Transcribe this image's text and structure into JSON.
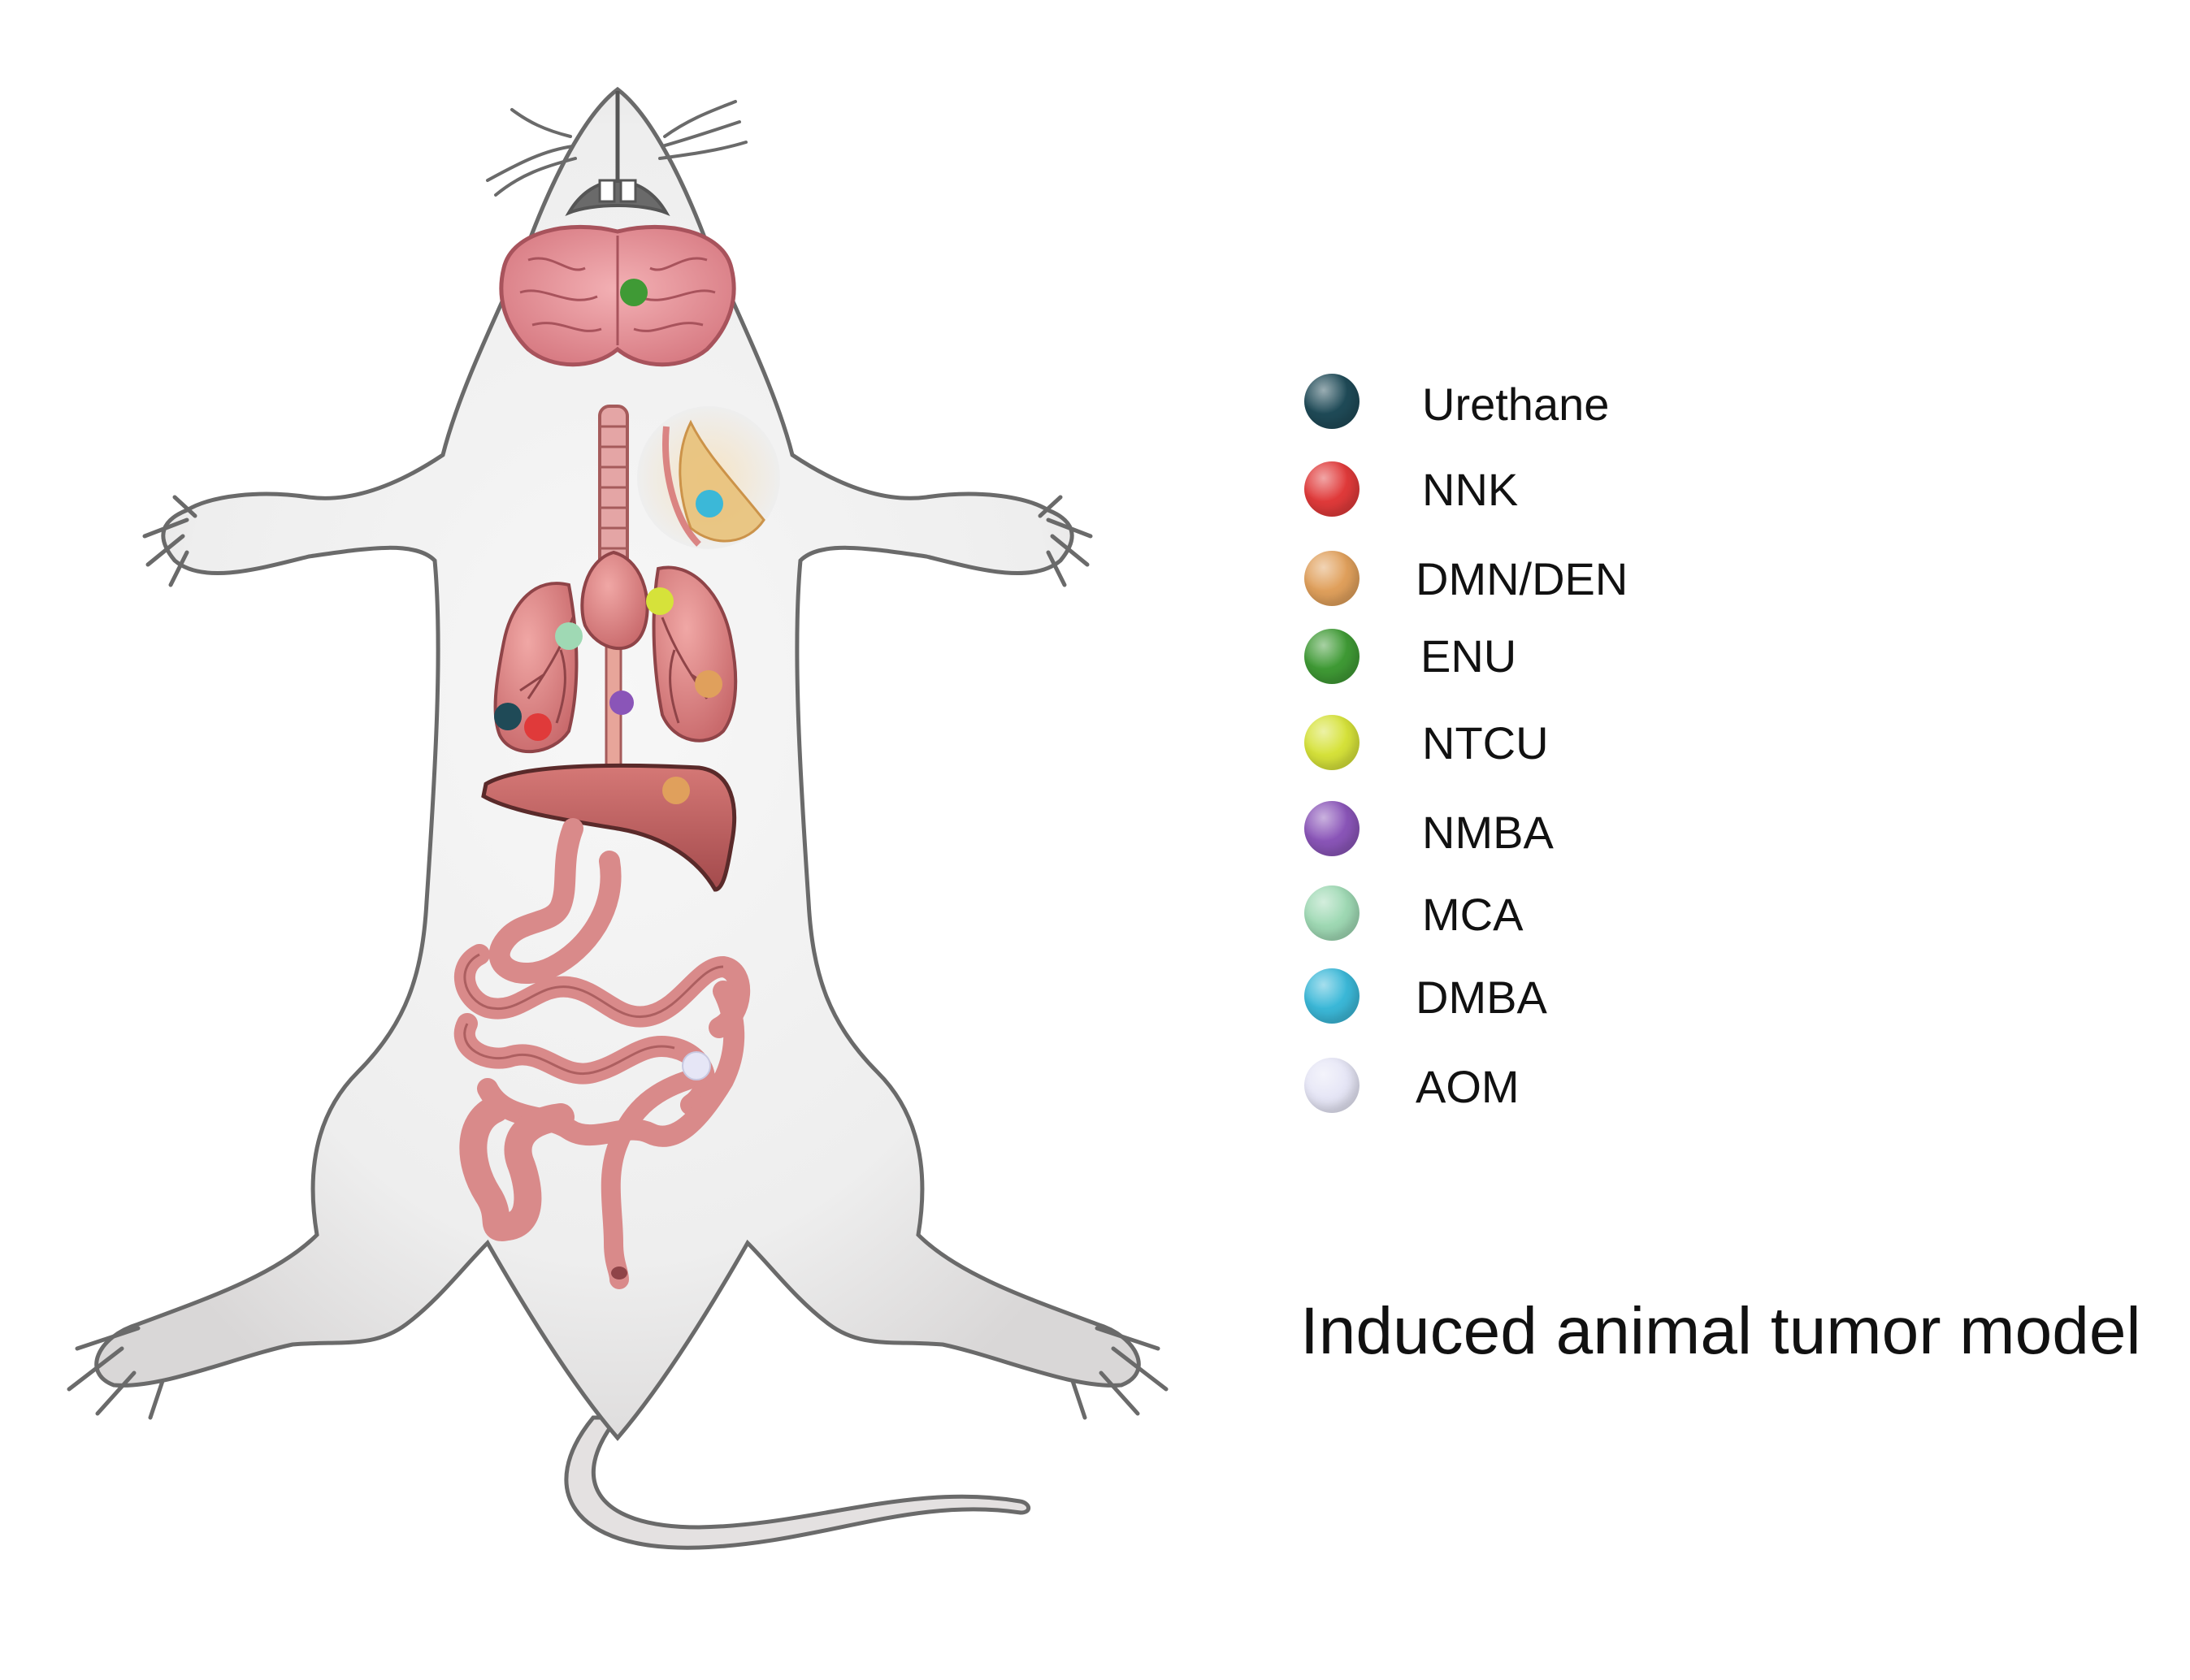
{
  "title": "Induced animal tumor model",
  "legend": [
    {
      "label": "Urethane",
      "color": "#1f4a57"
    },
    {
      "label": "NNK",
      "color": "#e03a3a"
    },
    {
      "label": "DMN/DEN",
      "color": "#e0a05c"
    },
    {
      "label": "ENU",
      "color": "#3f9a35"
    },
    {
      "label": "NTCU",
      "color": "#d6e23a"
    },
    {
      "label": "NMBA",
      "color": "#8a55b8"
    },
    {
      "label": "MCA",
      "color": "#9fd9b4"
    },
    {
      "label": "DMBA",
      "color": "#3bb8d8"
    },
    {
      "label": "AOM",
      "color": "#e6e6f6"
    }
  ],
  "markers": [
    {
      "agent": "ENU",
      "organ": "brain"
    },
    {
      "agent": "DMBA",
      "organ": "mammary gland"
    },
    {
      "agent": "NTCU",
      "organ": "lung"
    },
    {
      "agent": "MCA",
      "organ": "lung"
    },
    {
      "agent": "DMN/DEN",
      "organ": "lung"
    },
    {
      "agent": "NMBA",
      "organ": "esophagus"
    },
    {
      "agent": "Urethane",
      "organ": "lung"
    },
    {
      "agent": "NNK",
      "organ": "lung"
    },
    {
      "agent": "DMN/DEN",
      "organ": "liver"
    },
    {
      "agent": "AOM",
      "organ": "intestine"
    }
  ]
}
